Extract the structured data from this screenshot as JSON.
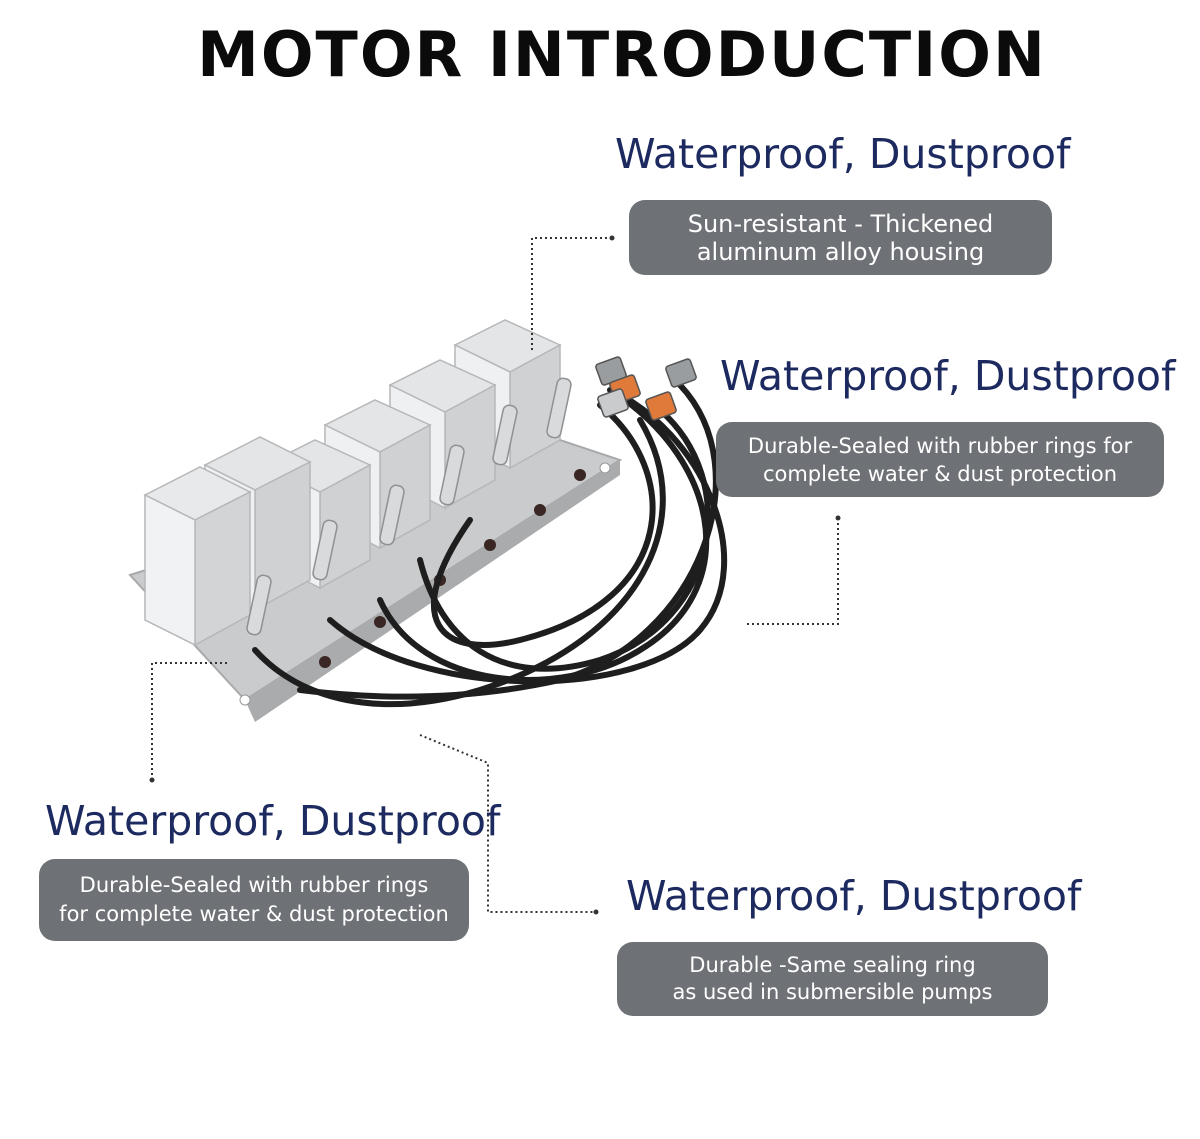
{
  "title": "MOTOR INTRODUCTION",
  "features": [
    {
      "heading": "Waterproof, Dustproof",
      "lines": [
        "Sun-resistant - Thickened",
        "aluminum alloy housing"
      ]
    },
    {
      "heading": "Waterproof, Dustproof",
      "lines": [
        "Durable-Sealed with rubber rings for",
        "complete water & dust protection"
      ]
    },
    {
      "heading": "Waterproof, Dustproof",
      "lines": [
        "Durable-Sealed with rubber rings",
        "for complete water & dust protection"
      ]
    },
    {
      "heading": "Waterproof, Dustproof",
      "lines": [
        "Durable -Same sealing ring",
        "as used in submersible pumps"
      ]
    }
  ],
  "colors": {
    "heading": "#1d2a60",
    "pill": "#6e7176",
    "title": "#0b0b0b"
  }
}
